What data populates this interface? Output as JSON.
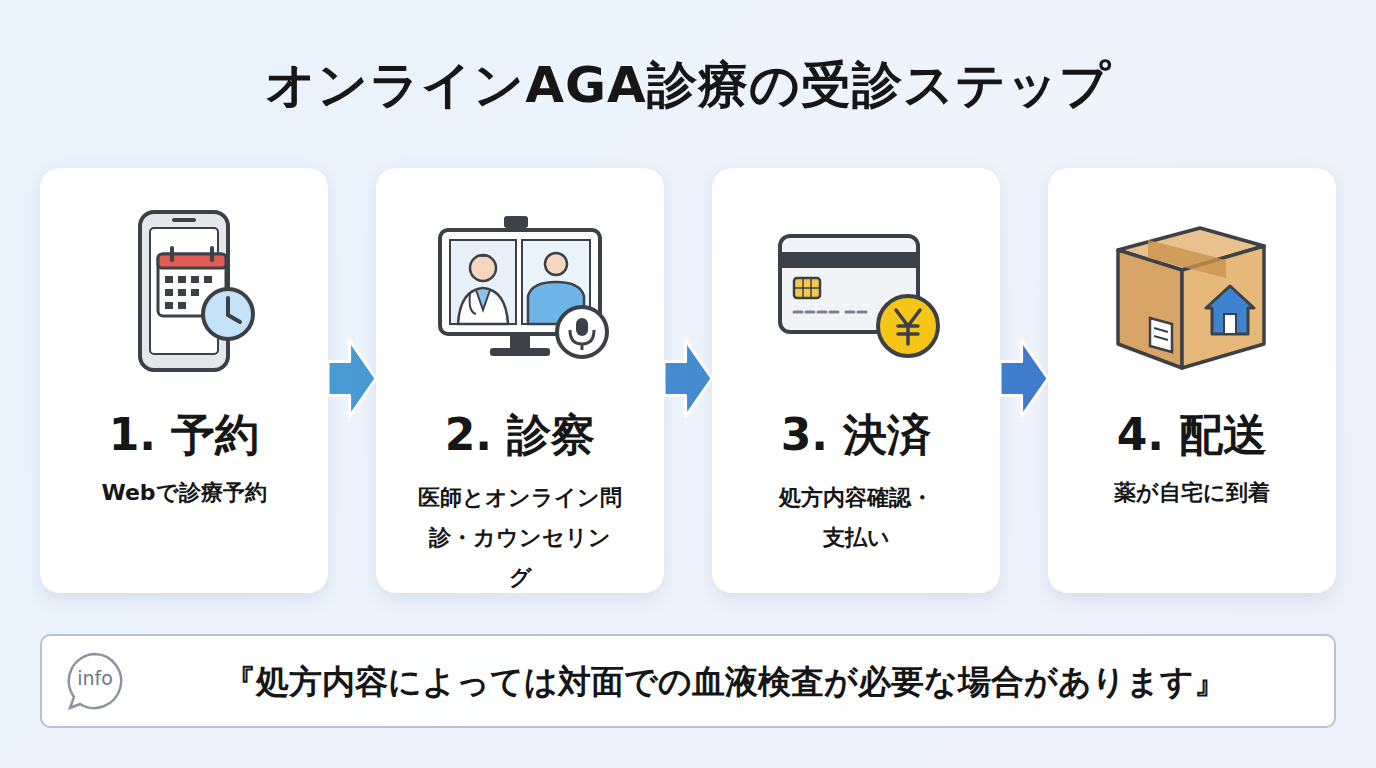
{
  "diagram": {
    "title": "オンラインAGA診療の受診ステップ",
    "nodes": [
      {
        "text": [
          "1. 予約",
          "Webで診療予約"
        ]
      },
      {
        "text": [
          "2. 診察",
          "医師とオンライン問 診・カウンセリング"
        ]
      },
      {
        "text": [
          "3. 決済",
          "処方内容確認・ 支払い"
        ]
      },
      {
        "text": [
          "4. 配送",
          "薬が自宅に到着"
        ]
      },
      {
        "text": [
          "『処方内容によっては対面での血液検査が必要な場合があります』"
        ]
      },
      {
        "text": [
          "info"
        ],
        "in": 4
      }
    ],
    "edges": [
      {
        "from": 0,
        "to": 1,
        "arrow": "to"
      },
      {
        "from": 1,
        "to": 2,
        "arrow": "to"
      },
      {
        "from": 2,
        "to": 3,
        "arrow": "to"
      }
    ]
  }
}
